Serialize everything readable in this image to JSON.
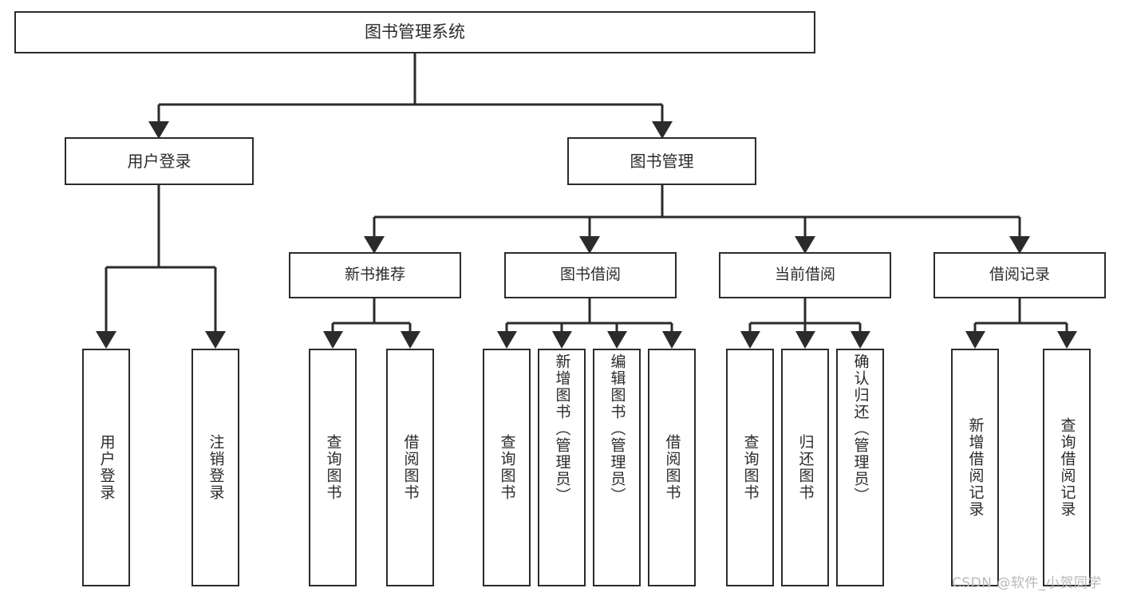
{
  "diagram": {
    "title": "图书管理系统",
    "type": "tree",
    "root": {
      "label": "图书管理系统"
    },
    "level2": [
      {
        "label": "用户登录"
      },
      {
        "label": "图书管理"
      }
    ],
    "level3": [
      {
        "label": "新书推荐"
      },
      {
        "label": "图书借阅"
      },
      {
        "label": "当前借阅"
      },
      {
        "label": "借阅记录"
      }
    ],
    "leaves": {
      "user_login": [
        {
          "label": "用户登录"
        },
        {
          "label": "注销登录"
        }
      ],
      "new_book_recommend": [
        {
          "label": "查询图书"
        },
        {
          "label": "借阅图书"
        }
      ],
      "book_borrow": [
        {
          "label": "查询图书"
        },
        {
          "label": "新增图书（管理员）"
        },
        {
          "label": "编辑图书（管理员）"
        },
        {
          "label": "借阅图书"
        }
      ],
      "current_borrow": [
        {
          "label": "查询图书"
        },
        {
          "label": "归还图书"
        },
        {
          "label": "确认归还（管理员）"
        }
      ],
      "borrow_record": [
        {
          "label": "新增借阅记录"
        },
        {
          "label": "查询借阅记录"
        }
      ]
    }
  },
  "watermark": {
    "text": "CSDN @软件_小贺同学"
  },
  "colors": {
    "stroke": "#2b2b2b",
    "background": "#ffffff",
    "watermark": "#b9b9b9"
  }
}
